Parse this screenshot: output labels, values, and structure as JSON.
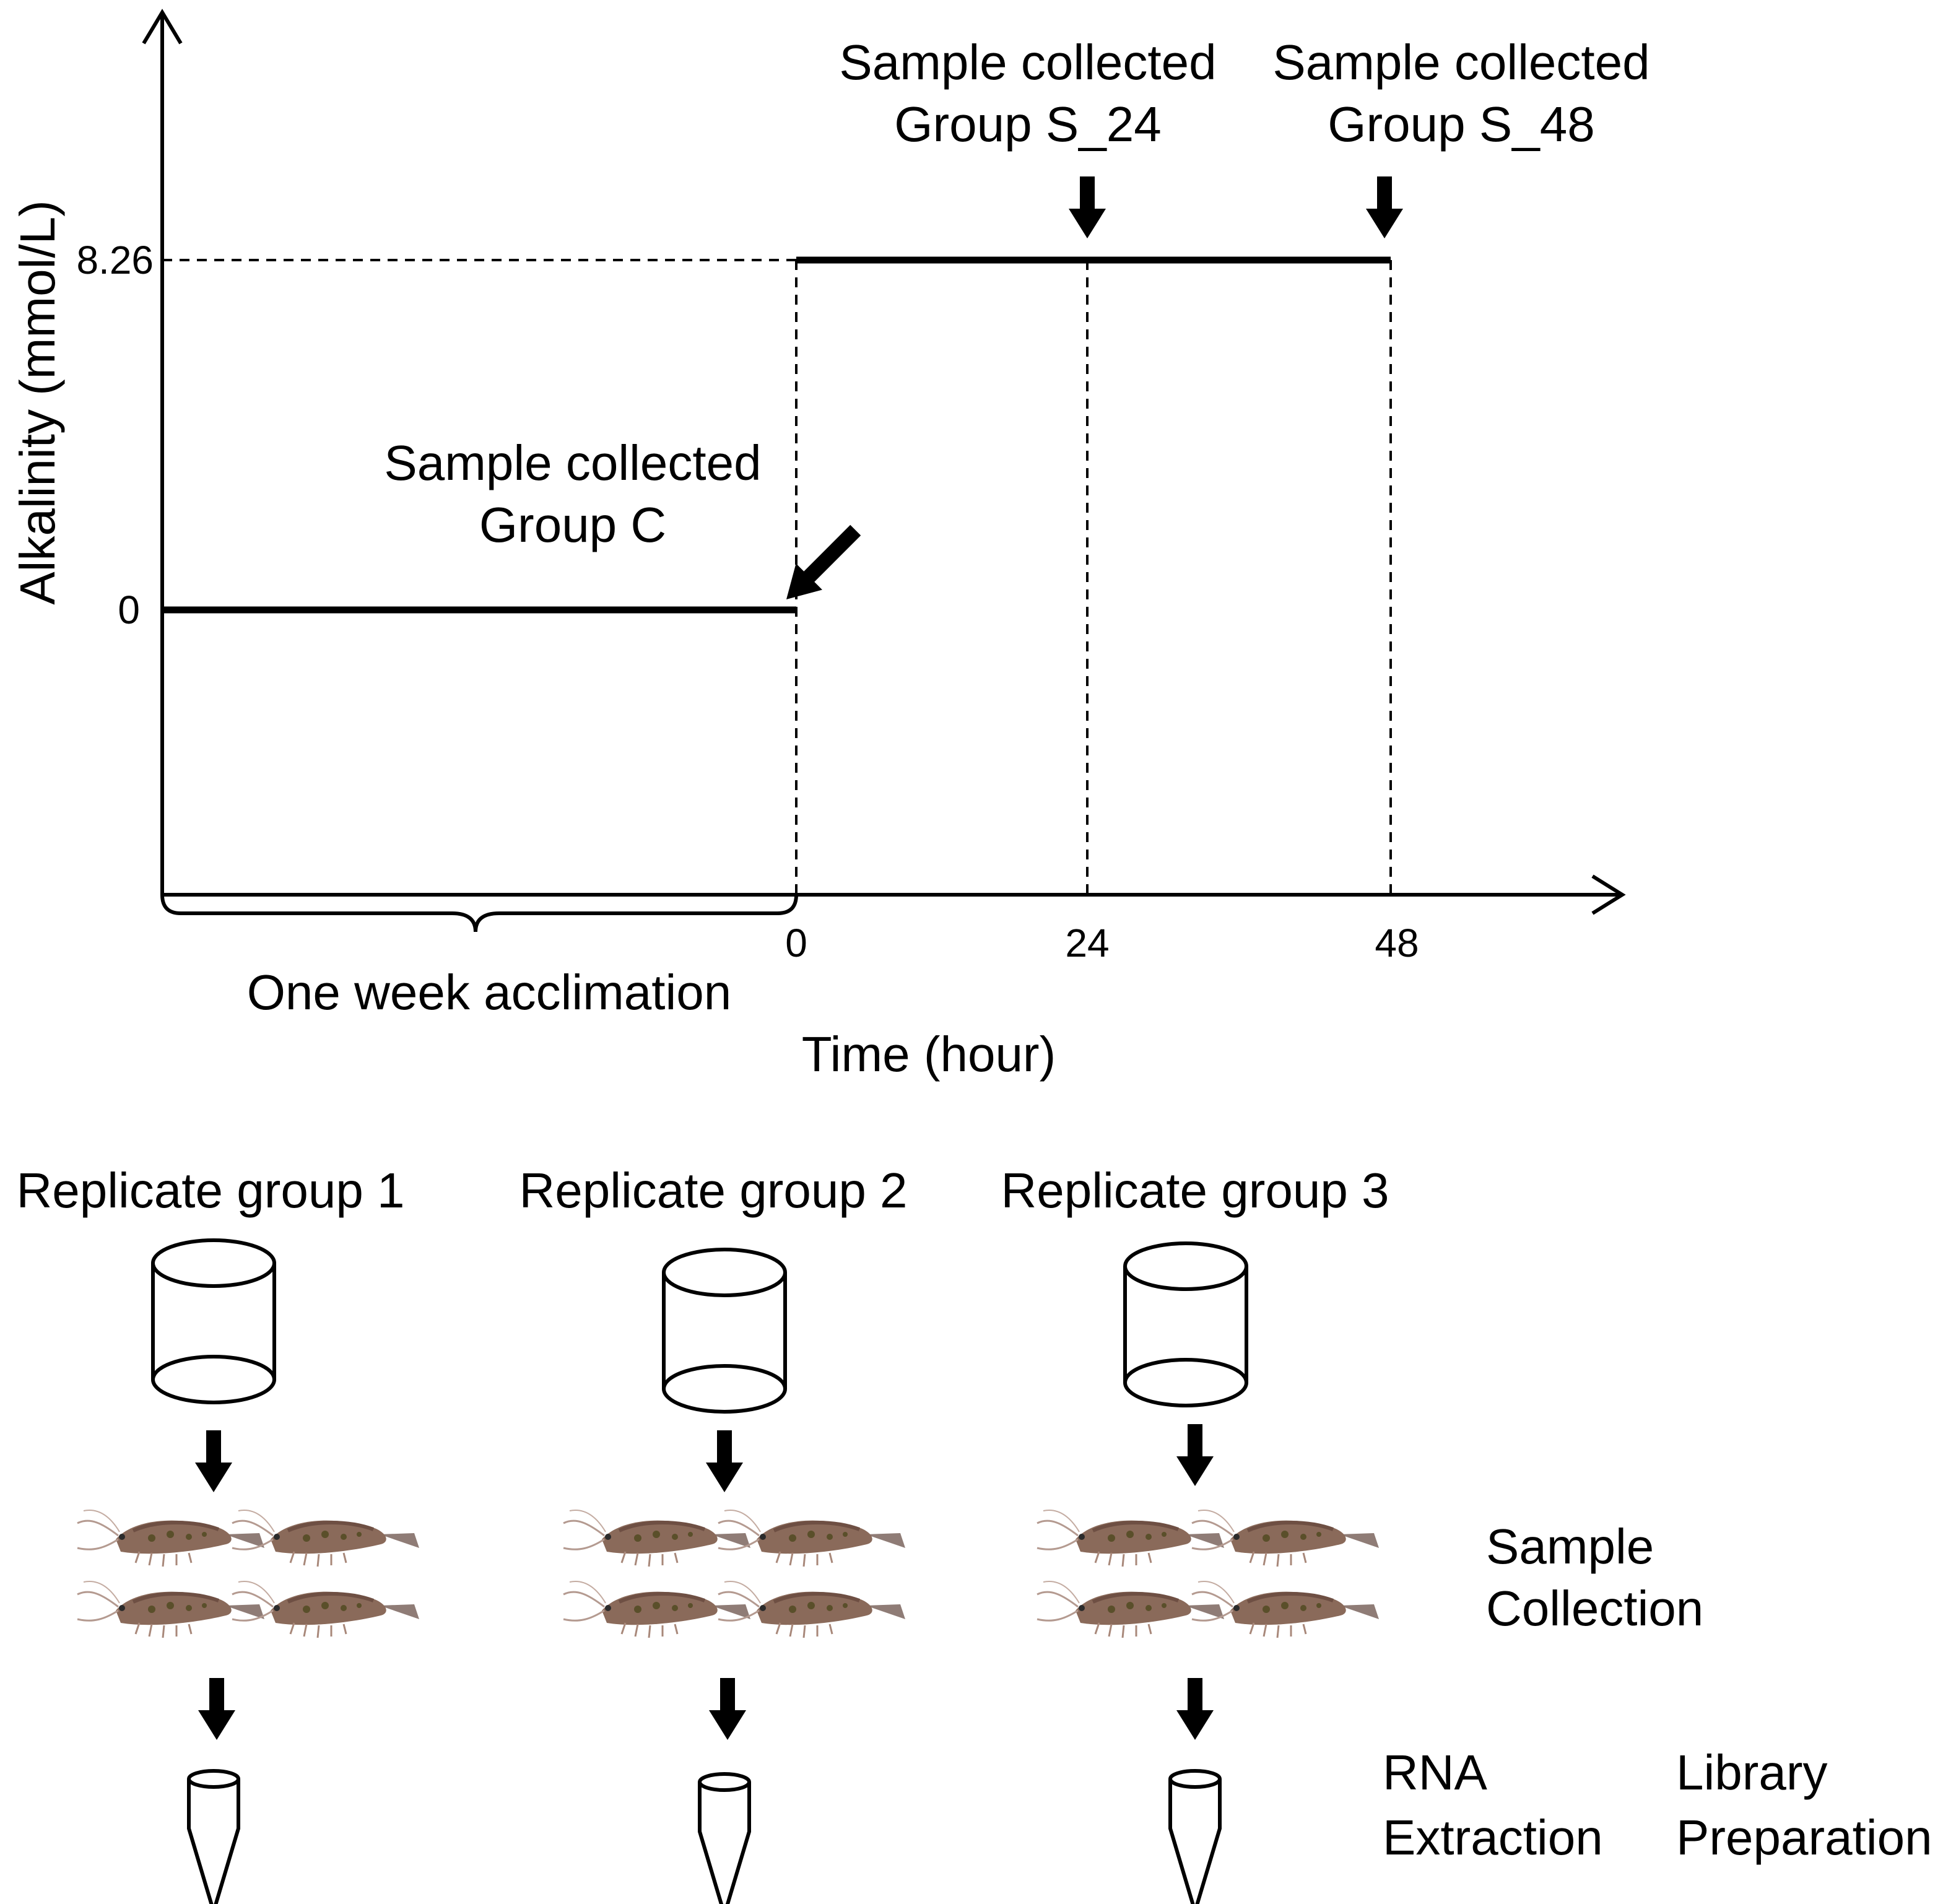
{
  "timeline": {
    "y_axis_label": "Alkalinity (mmol/L)",
    "y_ticks": [
      "8.26",
      "0"
    ],
    "x_axis_label": "Time (hour)",
    "x_ticks": [
      "0",
      "24",
      "48"
    ],
    "acclimation_label": "One week acclimation",
    "baseline_value": 0,
    "stress_value": 8.26,
    "annotations": [
      {
        "line1": "Sample collected",
        "line2": "Group C"
      },
      {
        "line1": "Sample collected",
        "line2": "Group S_24"
      },
      {
        "line1": "Sample collected",
        "line2": "Group S_48"
      }
    ]
  },
  "workflow": {
    "replicates": [
      "Replicate group 1",
      "Replicate group 2",
      "Replicate group 3"
    ],
    "steps": {
      "sample_collection": [
        "Sample",
        "Collection"
      ],
      "rna_extraction": [
        "RNA",
        "Extraction"
      ],
      "library_preparation": [
        "Library",
        "Preparation"
      ]
    },
    "icons": [
      "tank-icon",
      "shrimp-icon",
      "tube-icon"
    ],
    "colors": {
      "line": "#000000",
      "shrimp_body": "#8a6a5a",
      "shrimp_spots": "#5a4f2a"
    }
  }
}
